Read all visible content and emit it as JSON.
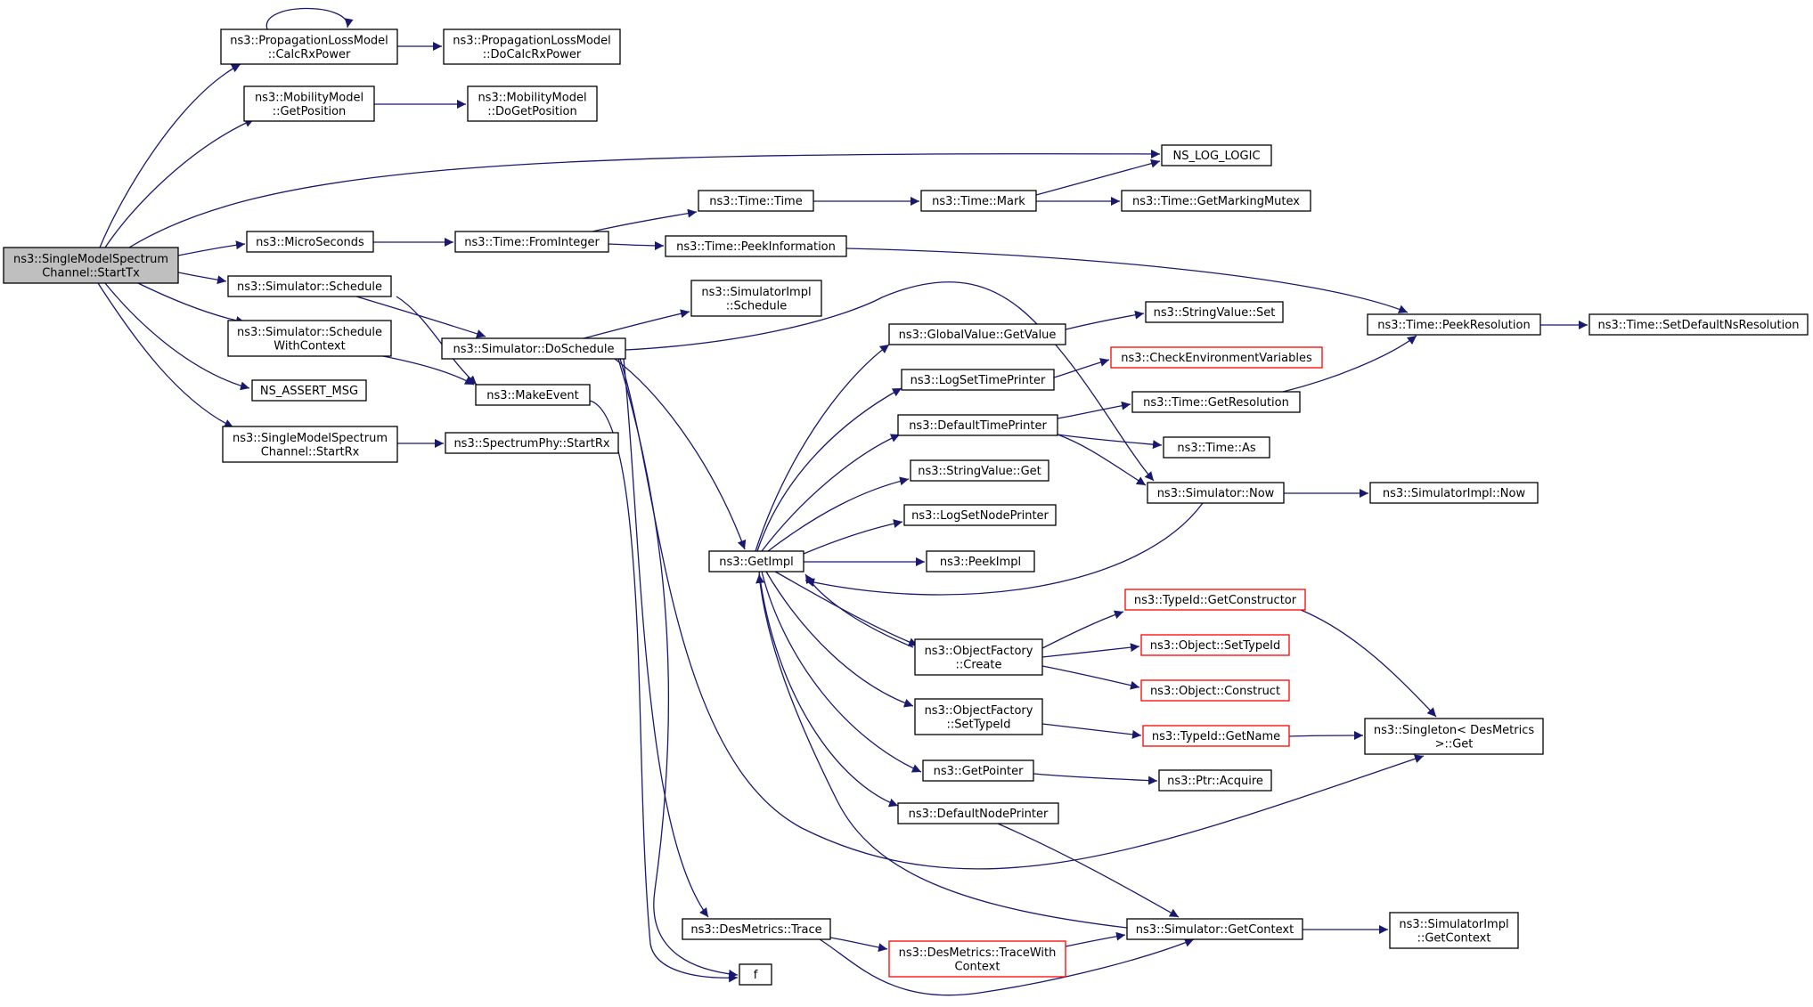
{
  "nodes": [
    {
      "id": "start_tx",
      "lines": [
        "ns3::SingleModelSpectrum",
        "Channel::StartTx"
      ]
    },
    {
      "id": "calc_rx_power",
      "lines": [
        "ns3::PropagationLossModel",
        "::CalcRxPower"
      ]
    },
    {
      "id": "do_calc_rx_power",
      "lines": [
        "ns3::PropagationLossModel",
        "::DoCalcRxPower"
      ]
    },
    {
      "id": "get_position",
      "lines": [
        "ns3::MobilityModel",
        "::GetPosition"
      ]
    },
    {
      "id": "do_get_position",
      "lines": [
        "ns3::MobilityModel",
        "::DoGetPosition"
      ]
    },
    {
      "id": "ns_log_logic",
      "lines": [
        "NS_LOG_LOGIC"
      ]
    },
    {
      "id": "time_time",
      "lines": [
        "ns3::Time::Time"
      ]
    },
    {
      "id": "time_mark",
      "lines": [
        "ns3::Time::Mark"
      ]
    },
    {
      "id": "get_marking_mutex",
      "lines": [
        "ns3::Time::GetMarkingMutex"
      ]
    },
    {
      "id": "micro_seconds",
      "lines": [
        "ns3::MicroSeconds"
      ]
    },
    {
      "id": "from_integer",
      "lines": [
        "ns3::Time::FromInteger"
      ]
    },
    {
      "id": "peek_information",
      "lines": [
        "ns3::Time::PeekInformation"
      ]
    },
    {
      "id": "sim_schedule",
      "lines": [
        "ns3::Simulator::Schedule"
      ]
    },
    {
      "id": "simimpl_schedule",
      "lines": [
        "ns3::SimulatorImpl",
        "::Schedule"
      ]
    },
    {
      "id": "string_value_set",
      "lines": [
        "ns3::StringValue::Set"
      ]
    },
    {
      "id": "global_value_get_value",
      "lines": [
        "ns3::GlobalValue::GetValue"
      ]
    },
    {
      "id": "peek_resolution",
      "lines": [
        "ns3::Time::PeekResolution"
      ]
    },
    {
      "id": "set_default_ns_resolution",
      "lines": [
        "ns3::Time::SetDefaultNsResolution"
      ]
    },
    {
      "id": "schedule_with_context",
      "lines": [
        "ns3::Simulator::Schedule",
        "WithContext"
      ]
    },
    {
      "id": "do_schedule",
      "lines": [
        "ns3::Simulator::DoSchedule"
      ]
    },
    {
      "id": "check_env_vars",
      "lines": [
        "ns3::CheckEnvironmentVariables"
      ]
    },
    {
      "id": "log_set_time_printer",
      "lines": [
        "ns3::LogSetTimePrinter"
      ]
    },
    {
      "id": "ns_assert_msg",
      "lines": [
        "NS_ASSERT_MSG"
      ]
    },
    {
      "id": "make_event",
      "lines": [
        "ns3::MakeEvent"
      ]
    },
    {
      "id": "get_resolution",
      "lines": [
        "ns3::Time::GetResolution"
      ]
    },
    {
      "id": "default_time_printer",
      "lines": [
        "ns3::DefaultTimePrinter"
      ]
    },
    {
      "id": "start_rx_channel",
      "lines": [
        "ns3::SingleModelSpectrum",
        "Channel::StartRx"
      ]
    },
    {
      "id": "spectrum_phy_start_rx",
      "lines": [
        "ns3::SpectrumPhy::StartRx"
      ]
    },
    {
      "id": "time_as",
      "lines": [
        "ns3::Time::As"
      ]
    },
    {
      "id": "string_value_get",
      "lines": [
        "ns3::StringValue::Get"
      ]
    },
    {
      "id": "simulator_now",
      "lines": [
        "ns3::Simulator::Now"
      ]
    },
    {
      "id": "simimpl_now",
      "lines": [
        "ns3::SimulatorImpl::Now"
      ]
    },
    {
      "id": "log_set_node_printer",
      "lines": [
        "ns3::LogSetNodePrinter"
      ]
    },
    {
      "id": "get_impl",
      "lines": [
        "ns3::GetImpl"
      ]
    },
    {
      "id": "peek_impl",
      "lines": [
        "ns3::PeekImpl"
      ]
    },
    {
      "id": "get_constructor",
      "lines": [
        "ns3::TypeId::GetConstructor"
      ]
    },
    {
      "id": "object_factory_create",
      "lines": [
        "ns3::ObjectFactory",
        "::Create"
      ]
    },
    {
      "id": "object_set_type_id",
      "lines": [
        "ns3::Object::SetTypeId"
      ]
    },
    {
      "id": "object_construct",
      "lines": [
        "ns3::Object::Construct"
      ]
    },
    {
      "id": "object_factory_set_type_id",
      "lines": [
        "ns3::ObjectFactory",
        "::SetTypeId"
      ]
    },
    {
      "id": "type_id_get_name",
      "lines": [
        "ns3::TypeId::GetName"
      ]
    },
    {
      "id": "singleton_get",
      "lines": [
        "ns3::Singleton< DesMetrics",
        ">::Get"
      ]
    },
    {
      "id": "get_pointer",
      "lines": [
        "ns3::GetPointer"
      ]
    },
    {
      "id": "ptr_acquire",
      "lines": [
        "ns3::Ptr::Acquire"
      ]
    },
    {
      "id": "default_node_printer",
      "lines": [
        "ns3::DefaultNodePrinter"
      ]
    },
    {
      "id": "des_metrics_trace",
      "lines": [
        "ns3::DesMetrics::Trace"
      ]
    },
    {
      "id": "simulator_get_context",
      "lines": [
        "ns3::Simulator::GetContext"
      ]
    },
    {
      "id": "simimpl_get_context",
      "lines": [
        "ns3::SimulatorImpl",
        "::GetContext"
      ]
    },
    {
      "id": "trace_with_context",
      "lines": [
        "ns3::DesMetrics::TraceWith",
        "Context"
      ]
    },
    {
      "id": "f",
      "lines": [
        "f"
      ]
    }
  ]
}
